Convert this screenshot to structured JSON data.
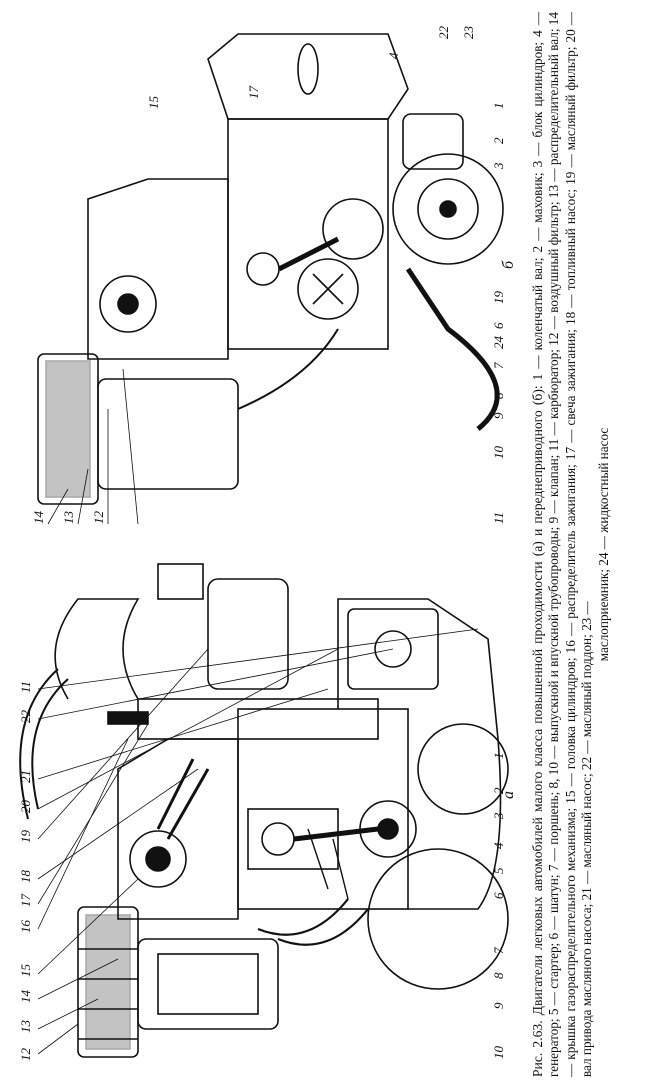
{
  "figure": {
    "number": "Рис. 2.63.",
    "title": "Двигатели легковых автомобилей малого класса повышенной проходимости (а) и переднеприводного (б):",
    "legend": "1 — коленчатый вал; 2 — маховик; 3 — блок цилиндров; 4 — генератор; 5 — стартер; 6 — шатун; 7 — поршень; 8, 10 — выпускной и впускной трубопроводы; 9 — клапан; 11 — карбюратор; 12 — воздушный фильтр; 13 — распределительный вал; 14 — крышка газораспределительного механизма; 15 — головка цилиндров; 16 — распределитель зажигания; 17 — свеча зажигания; 18 — топливный насос; 19 — масляный фильтр; 20 — вал привода масляного насоса; 21 — масляный насос; 22 — масляный поддон; 23 —",
    "legend_tail": "маслоприемник; 24 — жидкостный насос"
  },
  "drawing_a": {
    "sub_label": "а",
    "callouts": [
      "12",
      "13",
      "14",
      "15",
      "16",
      "17",
      "18",
      "19",
      "20",
      "21",
      "22",
      "11",
      "10",
      "9",
      "8",
      "7",
      "6",
      "5",
      "4",
      "3",
      "2",
      "1"
    ]
  },
  "drawing_b": {
    "sub_label": "б",
    "callouts": [
      "15",
      "17",
      "4",
      "22",
      "23",
      "14",
      "13",
      "12",
      "11",
      "10",
      "9",
      "8",
      "7",
      "24",
      "6",
      "19",
      "3",
      "2",
      "1"
    ]
  }
}
